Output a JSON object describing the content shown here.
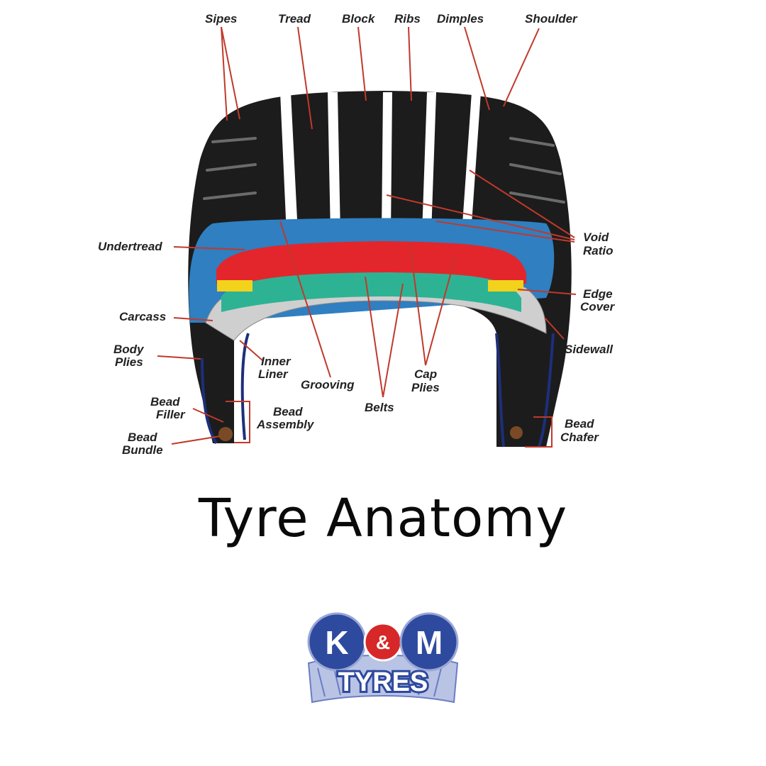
{
  "title": "Tyre Anatomy",
  "labels": {
    "sipes": "Sipes",
    "tread": "Tread",
    "block": "Block",
    "ribs": "Ribs",
    "dimples": "Dimples",
    "shoulder": "Shoulder",
    "void_ratio_1": "Void",
    "void_ratio_2": "Ratio",
    "undertread": "Undertread",
    "edge_cover_1": "Edge",
    "edge_cover_2": "Cover",
    "carcass": "Carcass",
    "sidewall": "Sidewall",
    "body_plies_1": "Body",
    "body_plies_2": "Plies",
    "inner_liner_1": "Inner",
    "inner_liner_2": "Liner",
    "grooving": "Grooving",
    "cap_plies_1": "Cap",
    "cap_plies_2": "Plies",
    "belts": "Belts",
    "bead_filler_1": "Bead",
    "bead_filler_2": "Filler",
    "bead_assembly_1": "Bead",
    "bead_assembly_2": "Assembly",
    "bead_bundle_1": "Bead",
    "bead_bundle_2": "Bundle",
    "bead_chafer_1": "Bead",
    "bead_chafer_2": "Chafer"
  },
  "logo": {
    "k": "K",
    "amp": "&",
    "m": "M",
    "tyres": "TYRES"
  },
  "colors": {
    "rubber": "#1c1c1c",
    "undertread": "#2f7fc1",
    "cap_plies": "#e3262b",
    "belts": "#2db394",
    "edge_cover": "#f2d21b",
    "leader": "#c0392b",
    "logo_blue": "#2e4a9e"
  }
}
